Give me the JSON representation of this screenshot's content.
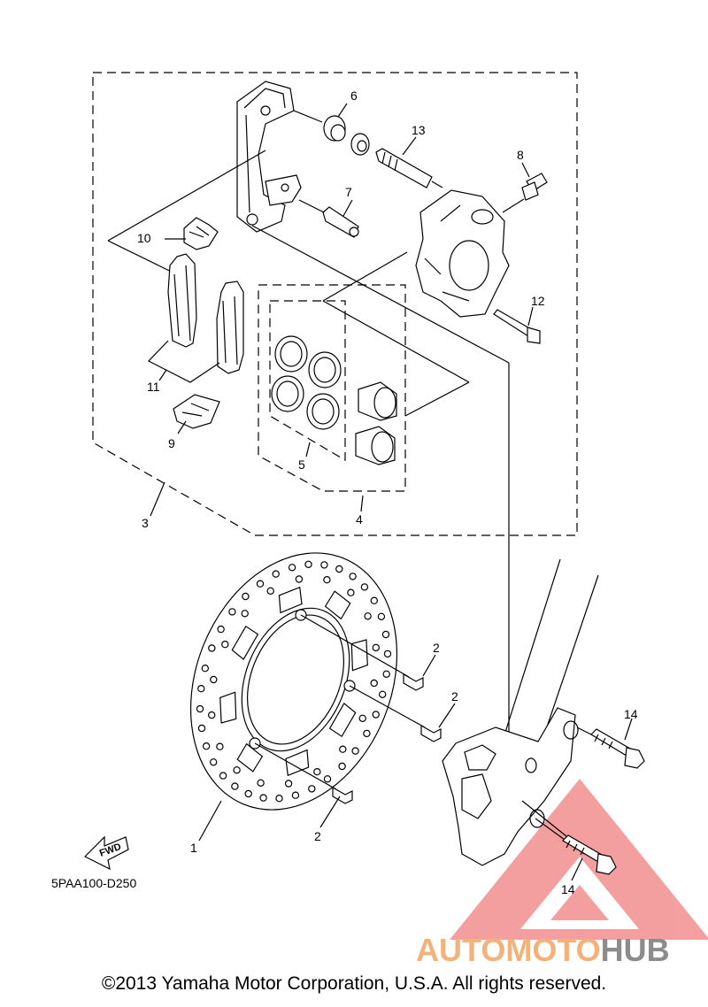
{
  "callouts": [
    "1",
    "2",
    "2",
    "2",
    "3",
    "4",
    "5",
    "6",
    "7",
    "8",
    "9",
    "10",
    "11",
    "12",
    "13",
    "14",
    "14"
  ],
  "diagram_code": "5PAA100-D250",
  "fwd_label": "FWD",
  "watermark": {
    "part1": "AUTOMOTO",
    "part2": "HUB",
    "color1": "#f4b27a",
    "color2": "#8c8c8c",
    "triangle_color": "#f08080"
  },
  "copyright": "©2013 Yamaha Motor Corporation, U.S.A. All rights reserved."
}
